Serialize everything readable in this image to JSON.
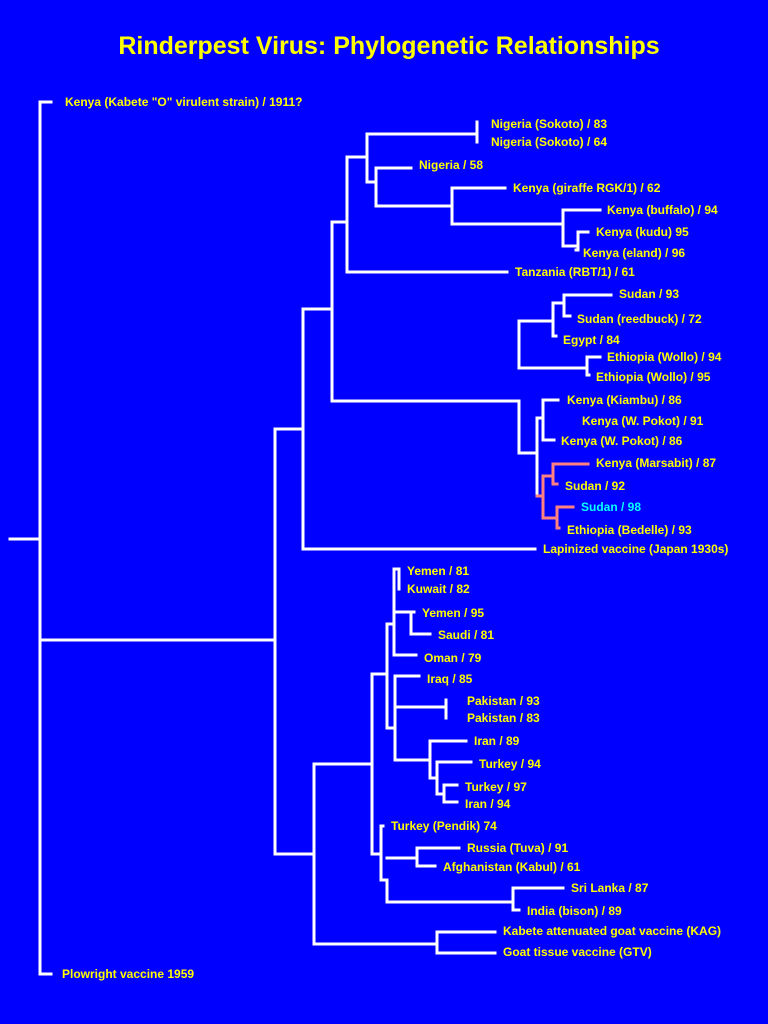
{
  "title": "Rinderpest Virus: Phylogenetic Relationships",
  "colors": {
    "background": "#0000ff",
    "title": "#ffff00",
    "label": "#ffff00",
    "label_highlight": "#00ffff",
    "line": "#ffffff",
    "line_highlight": "#ff8080"
  },
  "taxa": [
    {
      "id": "kenya-kabete-o",
      "label": "Kenya (Kabete \"O\" virulent strain) / 1911?"
    },
    {
      "id": "nigeria-sokoto-83",
      "label": "Nigeria (Sokoto) / 83"
    },
    {
      "id": "nigeria-sokoto-64",
      "label": "Nigeria (Sokoto) / 64"
    },
    {
      "id": "nigeria-58",
      "label": "Nigeria / 58"
    },
    {
      "id": "kenya-giraffe-62",
      "label": "Kenya (giraffe RGK/1) / 62"
    },
    {
      "id": "kenya-buffalo-94",
      "label": "Kenya (buffalo) / 94"
    },
    {
      "id": "kenya-kudu-95",
      "label": "Kenya (kudu) 95"
    },
    {
      "id": "kenya-eland-96",
      "label": "Kenya (eland) / 96"
    },
    {
      "id": "tanzania-rbt1-61",
      "label": "Tanzania (RBT/1) / 61"
    },
    {
      "id": "sudan-93",
      "label": "Sudan / 93"
    },
    {
      "id": "sudan-reedbuck-72",
      "label": "Sudan (reedbuck) / 72"
    },
    {
      "id": "egypt-84",
      "label": "Egypt / 84"
    },
    {
      "id": "ethiopia-wollo-94",
      "label": "Ethiopia (Wollo) / 94"
    },
    {
      "id": "ethiopia-wollo-95",
      "label": "Ethiopia (Wollo) / 95"
    },
    {
      "id": "kenya-kiambu-86",
      "label": "Kenya (Kiambu) / 86"
    },
    {
      "id": "kenya-wpokot-91",
      "label": "Kenya (W. Pokot) / 91"
    },
    {
      "id": "kenya-wpokot-86",
      "label": "Kenya (W. Pokot) / 86"
    },
    {
      "id": "kenya-marsabit-87",
      "label": "Kenya (Marsabit) / 87"
    },
    {
      "id": "sudan-92",
      "label": "Sudan / 92"
    },
    {
      "id": "sudan-98",
      "label": "Sudan / 98",
      "highlight": true
    },
    {
      "id": "ethiopia-bedelle-93",
      "label": "Ethiopia (Bedelle) / 93"
    },
    {
      "id": "lapinized-vaccine",
      "label": "Lapinized vaccine  (Japan 1930s)"
    },
    {
      "id": "yemen-81",
      "label": "Yemen / 81"
    },
    {
      "id": "kuwait-82",
      "label": "Kuwait / 82"
    },
    {
      "id": "yemen-95",
      "label": "Yemen / 95"
    },
    {
      "id": "saudi-81",
      "label": "Saudi / 81"
    },
    {
      "id": "oman-79",
      "label": "Oman / 79"
    },
    {
      "id": "iraq-85",
      "label": "Iraq / 85"
    },
    {
      "id": "pakistan-93",
      "label": "Pakistan / 93"
    },
    {
      "id": "pakistan-83",
      "label": "Pakistan / 83"
    },
    {
      "id": "iran-89",
      "label": "Iran / 89"
    },
    {
      "id": "turkey-94",
      "label": "Turkey / 94"
    },
    {
      "id": "turkey-97",
      "label": "Turkey / 97"
    },
    {
      "id": "iran-94",
      "label": "Iran / 94"
    },
    {
      "id": "turkey-pendik-74",
      "label": "Turkey (Pendik) 74"
    },
    {
      "id": "russia-tuva-91",
      "label": "Russia (Tuva) / 91"
    },
    {
      "id": "afghanistan-kabul-61",
      "label": "Afghanistan (Kabul) / 61"
    },
    {
      "id": "sri-lanka-87",
      "label": "Sri Lanka / 87"
    },
    {
      "id": "india-bison-89",
      "label": "India (bison) / 89"
    },
    {
      "id": "kag-vaccine",
      "label": "Kabete attenuated goat vaccine (KAG)"
    },
    {
      "id": "gtv-vaccine",
      "label": "Goat tissue vaccine (GTV)"
    },
    {
      "id": "plowright-1959",
      "label": "Plowright vaccine 1959"
    }
  ]
}
